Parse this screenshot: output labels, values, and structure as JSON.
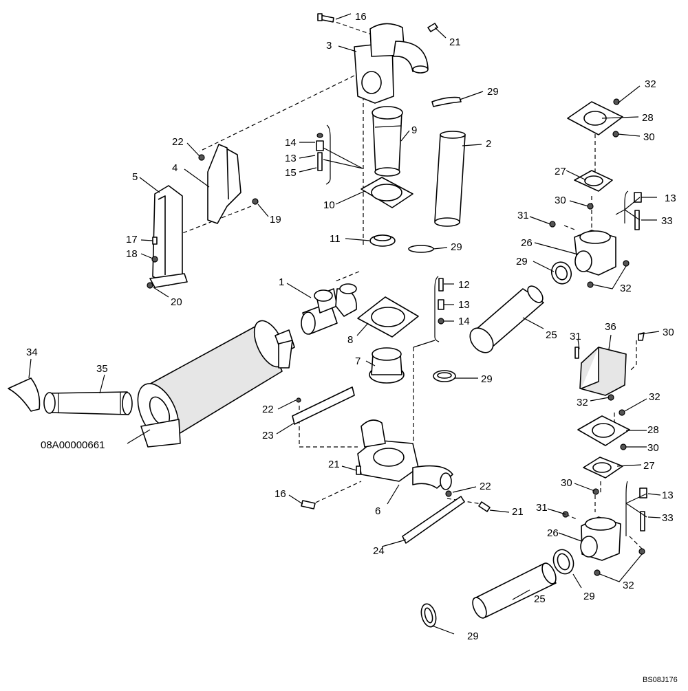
{
  "assembly_label": "08A00000661",
  "drawing_ref": "BS08J176",
  "callouts": [
    "16",
    "21",
    "3",
    "29",
    "32",
    "28",
    "30",
    "22",
    "9",
    "2",
    "14",
    "13",
    "15",
    "4",
    "5",
    "27",
    "10",
    "30",
    "13",
    "31",
    "33",
    "19",
    "11",
    "26",
    "17",
    "29",
    "18",
    "29",
    "32",
    "20",
    "1",
    "12",
    "13",
    "14",
    "25",
    "8",
    "31",
    "30",
    "36",
    "34",
    "35",
    "7",
    "29",
    "22",
    "32",
    "32",
    "28",
    "23",
    "30",
    "27",
    "21",
    "16",
    "22",
    "30",
    "6",
    "13",
    "21",
    "31",
    "33",
    "26",
    "24",
    "29",
    "32",
    "25",
    "29"
  ]
}
